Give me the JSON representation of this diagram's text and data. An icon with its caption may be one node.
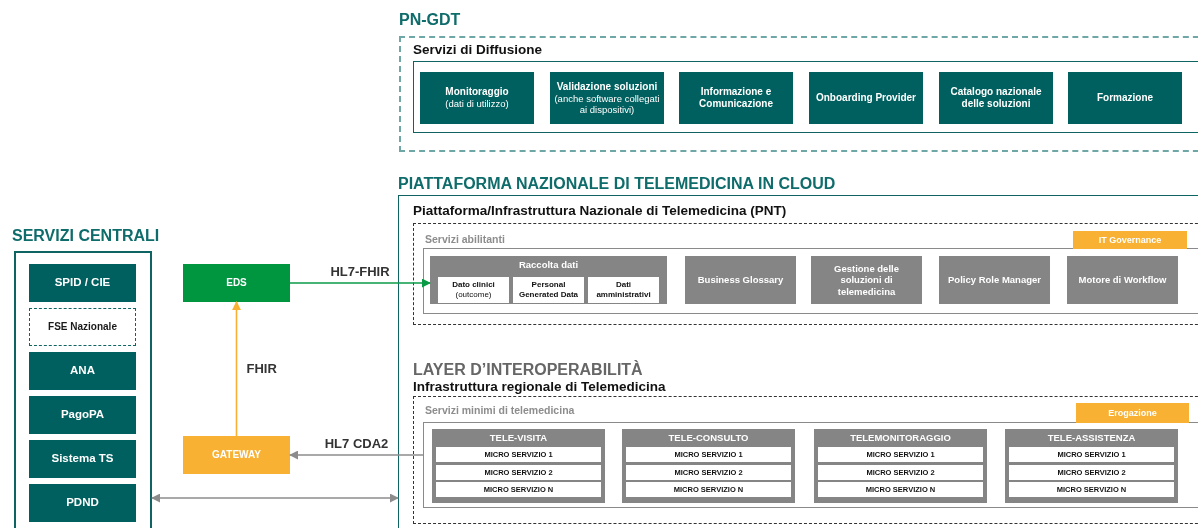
{
  "diagram": {
    "nodes": [
      {
        "text": [
          "PN-GDT"
        ]
      },
      {
        "text": [
          "Servizi di Diffusione"
        ],
        "in": 0
      },
      {
        "text": [
          "Monitoraggio",
          "(dati di utilizzo)"
        ],
        "in": 1
      },
      {
        "text": [
          "Validazione soluzioni",
          "(anche software collegati ai dispositivi)"
        ],
        "in": 1
      },
      {
        "text": [
          "Informazione e Comunicazione"
        ],
        "in": 1
      },
      {
        "text": [
          "Onboarding Provider"
        ],
        "in": 1
      },
      {
        "text": [
          "Catalogo nazionale delle soluzioni"
        ],
        "in": 1
      },
      {
        "text": [
          "Formazione"
        ],
        "in": 1
      },
      {
        "text": [
          "PIATTAFORMA NAZIONALE DI TELEMEDICINA IN CLOUD"
        ]
      },
      {
        "text": [
          "Piattaforma/Infrastruttura Nazionale di Telemedicina (PNT)"
        ],
        "in": 8
      },
      {
        "text": [
          "Servizi abilitanti"
        ],
        "in": 9
      },
      {
        "text": [
          "IT Governance"
        ],
        "in": 9
      },
      {
        "text": [
          "Raccolta dati"
        ],
        "in": 10
      },
      {
        "text": [
          "Dato clinici",
          "(outcome)"
        ],
        "in": 12
      },
      {
        "text": [
          "Personal Generated Data"
        ],
        "in": 12
      },
      {
        "text": [
          "Dati amministrativi"
        ],
        "in": 12
      },
      {
        "text": [
          "Business Glossary"
        ],
        "in": 10
      },
      {
        "text": [
          "Gestione delle soluzioni di telemedicina"
        ],
        "in": 10
      },
      {
        "text": [
          "Policy Role Manager"
        ],
        "in": 10
      },
      {
        "text": [
          "Motore di Workflow"
        ],
        "in": 10
      },
      {
        "text": [
          "LAYER D’INTEROPERABILITÀ",
          "Infrastruttura regionale di Telemedicina"
        ],
        "in": 8
      },
      {
        "text": [
          "Servizi minimi di telemedicina"
        ],
        "in": 20
      },
      {
        "text": [
          "Erogazione"
        ],
        "in": 20
      },
      {
        "text": [
          "TELE-VISITA"
        ],
        "in": 21
      },
      {
        "text": [
          "MICRO SERVIZIO 1"
        ],
        "in": 23
      },
      {
        "text": [
          "MICRO SERVIZIO 2"
        ],
        "in": 23
      },
      {
        "text": [
          "MICRO SERVIZIO N"
        ],
        "in": 23
      },
      {
        "text": [
          "TELE-CONSULTO"
        ],
        "in": 21
      },
      {
        "text": [
          "MICRO SERVIZIO 1"
        ],
        "in": 27
      },
      {
        "text": [
          "MICRO SERVIZIO 2"
        ],
        "in": 27
      },
      {
        "text": [
          "MICRO SERVIZIO N"
        ],
        "in": 27
      },
      {
        "text": [
          "TELEMONITORAGGIO"
        ],
        "in": 21
      },
      {
        "text": [
          "MICRO SERVIZIO 1"
        ],
        "in": 31
      },
      {
        "text": [
          "MICRO SERVIZIO 2"
        ],
        "in": 31
      },
      {
        "text": [
          "MICRO SERVIZIO N"
        ],
        "in": 31
      },
      {
        "text": [
          "TELE-ASSISTENZA"
        ],
        "in": 21
      },
      {
        "text": [
          "MICRO SERVIZIO 1"
        ],
        "in": 35
      },
      {
        "text": [
          "MICRO SERVIZIO 2"
        ],
        "in": 35
      },
      {
        "text": [
          "MICRO SERVIZIO N"
        ],
        "in": 35
      },
      {
        "text": [
          "SERVIZI CENTRALI"
        ]
      },
      {
        "text": [
          "SPID / CIE"
        ],
        "in": 39
      },
      {
        "text": [
          "FSE Nazionale"
        ],
        "in": 39
      },
      {
        "text": [
          "ANA"
        ],
        "in": 39
      },
      {
        "text": [
          "PagoPA"
        ],
        "in": 39
      },
      {
        "text": [
          "Sistema TS"
        ],
        "in": 39
      },
      {
        "text": [
          "PDND"
        ],
        "in": 39
      },
      {
        "text": [
          "EDS"
        ]
      },
      {
        "text": [
          "GATEWAY"
        ]
      }
    ],
    "edges": [
      {
        "from": 46,
        "to": 12,
        "arrow": "to",
        "label": "HL7-FHIR",
        "color": "#0a9a46"
      },
      {
        "from": 47,
        "to": 46,
        "arrow": "to",
        "label": "FHIR",
        "color": "#f8b133"
      },
      {
        "from": 21,
        "to": 47,
        "arrow": "to",
        "label": "HL7 CDA2"
      },
      {
        "from": 39,
        "to": 8,
        "arrow": "both"
      }
    ]
  }
}
